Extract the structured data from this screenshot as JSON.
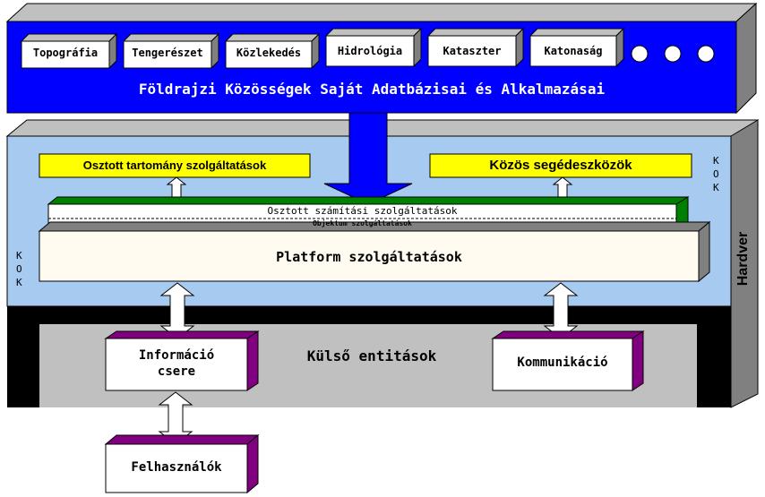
{
  "top_band": {
    "categories": [
      "Topográfia",
      "Tengerészet",
      "Közlekedés",
      "Hidrológia",
      "Kataszter",
      "Katonaság"
    ],
    "title": "Földrajzi Közösségek Saját Adatbázisai és Alkalmazásai"
  },
  "middle": {
    "distributed_domain_services": "Osztott tartomány szolgáltatások",
    "common_tools": "Közös segédeszközök",
    "distributed_computing_services": "Osztott számítási szolgáltatások",
    "object_services": "Objektum szolgáltatások",
    "platform_services": "Platform szolgáltatások",
    "kok_left": [
      "K",
      "O",
      "K"
    ],
    "kok_right": [
      "K",
      "O",
      "K"
    ]
  },
  "side_label": "Hardver",
  "bottom": {
    "external_entities": "Külső entitások",
    "information_exchange": [
      "Információ",
      "csere"
    ],
    "communication": "Kommunikáció",
    "users": "Felhasználók"
  },
  "colors": {
    "blue_band": "#0000ff",
    "light_blue": "#a6caf0",
    "gray": "#c0c0c0",
    "yellow": "#ffff00",
    "green": "#008000",
    "purple": "#800080",
    "cream": "#fffbf0"
  }
}
